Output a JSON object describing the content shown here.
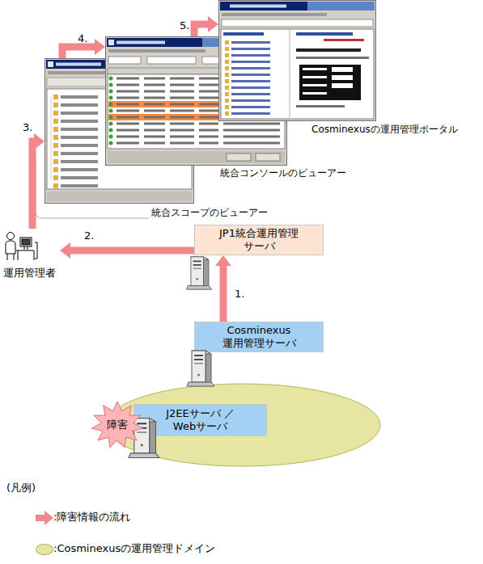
{
  "diagram": {
    "nodes": [
      {
        "text": [
          "運用管理者"
        ]
      },
      {
        "text": [
          "統合スコープのビューアー"
        ]
      },
      {
        "text": [
          "統合コンソールのビューアー"
        ]
      },
      {
        "text": [
          "Cosminexusの運用管理ポータル"
        ]
      },
      {
        "text": [
          "JP1統合運用管理 サーバ"
        ]
      },
      {
        "text": [
          "Cosminexus 運用管理サーバ"
        ]
      },
      {
        "text": [
          "J2EEサーバ ／Webサーバ"
        ]
      },
      {
        "text": [
          "障害"
        ]
      }
    ],
    "edges": [
      {
        "from": 5,
        "to": 4,
        "arrow": "to",
        "label": "1."
      },
      {
        "from": 4,
        "to": 0,
        "arrow": "to",
        "label": "2."
      },
      {
        "from": 0,
        "to": 1,
        "arrow": "to",
        "label": "3."
      },
      {
        "from": 1,
        "to": 2,
        "arrow": "to",
        "label": "4."
      },
      {
        "from": 2,
        "to": 3,
        "arrow": "to",
        "label": "5."
      }
    ],
    "labels": [
      "(凡例)"
    ],
    "legend": [
      {
        "text": ":障害情報の流れ"
      },
      {
        "text": ":Cosminexusの運用管理ドメイン",
        "color": "#e6e6a2"
      }
    ]
  }
}
